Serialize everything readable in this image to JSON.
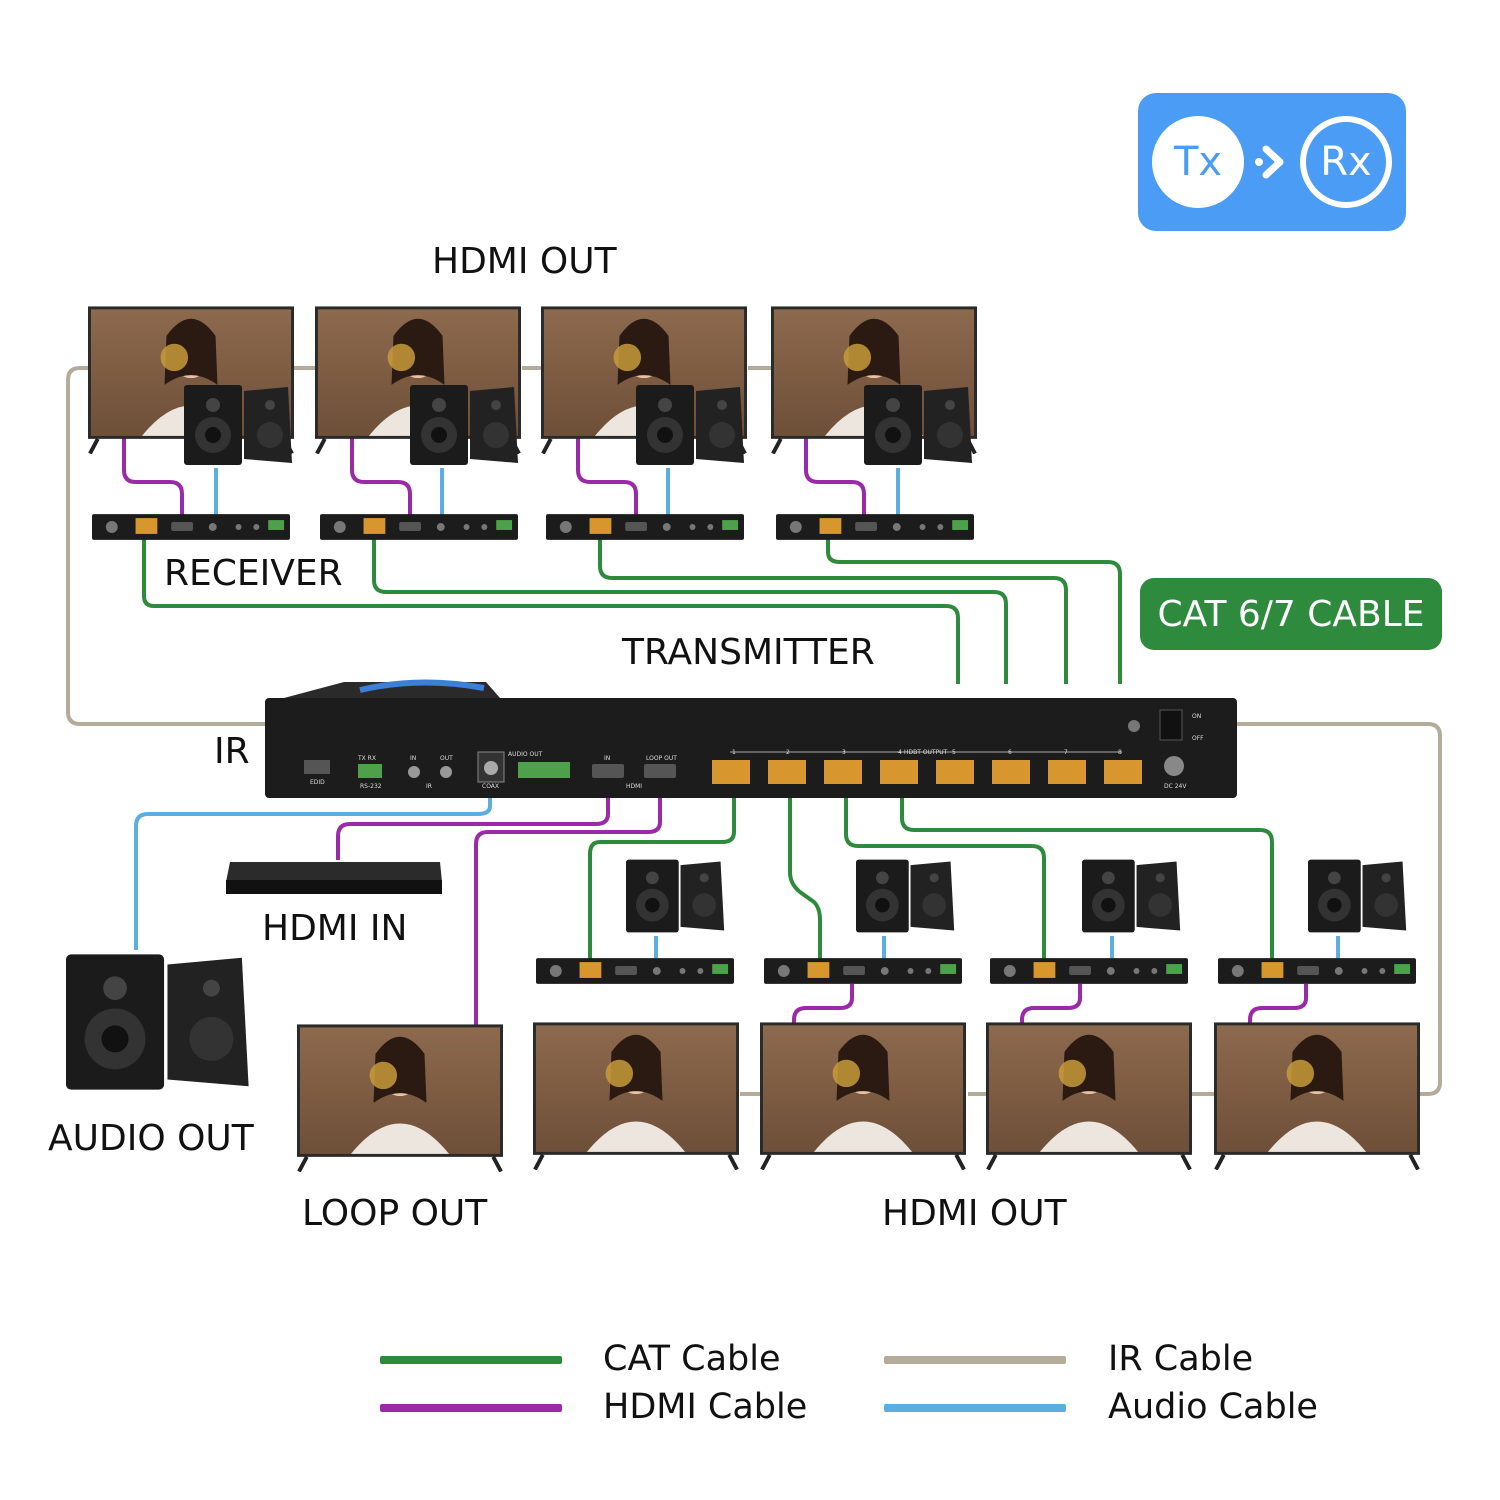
{
  "colors": {
    "cat": "#2e8b3e",
    "hdmi": "#9b2aa8",
    "ir": "#b4ab9b",
    "audio": "#5aaee0",
    "badge": "#4a9cf5",
    "device": "#1c1c1c",
    "screen": "#8a6446"
  },
  "badge": {
    "tx": "Tx",
    "rx": "Rx",
    "arrow_icon": "chevron-right-icon"
  },
  "labels": {
    "hdmi_out_top": "HDMI OUT",
    "receiver": "RECEIVER",
    "transmitter": "TRANSMITTER",
    "cat_cable_tag": "CAT 6/7 CABLE",
    "ir": "IR",
    "hdmi_in": "HDMI IN",
    "audio_out": "AUDIO OUT",
    "loop_out": "LOOP OUT",
    "hdmi_out_bottom": "HDMI OUT"
  },
  "transmitter_panel": {
    "edid": "EDID",
    "rs232": "RS-232",
    "tx_rx": "TX  RX",
    "ir_in": "IN",
    "ir_out": "OUT",
    "ir": "IR",
    "audio_out": "AUDIO OUT",
    "coax": "COAX",
    "hdmi_in": "IN",
    "loop_out": "LOOP OUT",
    "hdmi": "HDMI",
    "hdbt_output": "HDBT OUTPUT",
    "ports": [
      "1",
      "2",
      "3",
      "4",
      "5",
      "6",
      "7",
      "8"
    ],
    "on": "ON",
    "off": "OFF",
    "dc": "DC 24V"
  },
  "legend": [
    {
      "label": "CAT Cable",
      "color": "#2e8b3e"
    },
    {
      "label": "HDMI Cable",
      "color": "#9b2aa8"
    },
    {
      "label": "IR Cable",
      "color": "#b4ab9b"
    },
    {
      "label": "Audio Cable",
      "color": "#5aaee0"
    }
  ]
}
